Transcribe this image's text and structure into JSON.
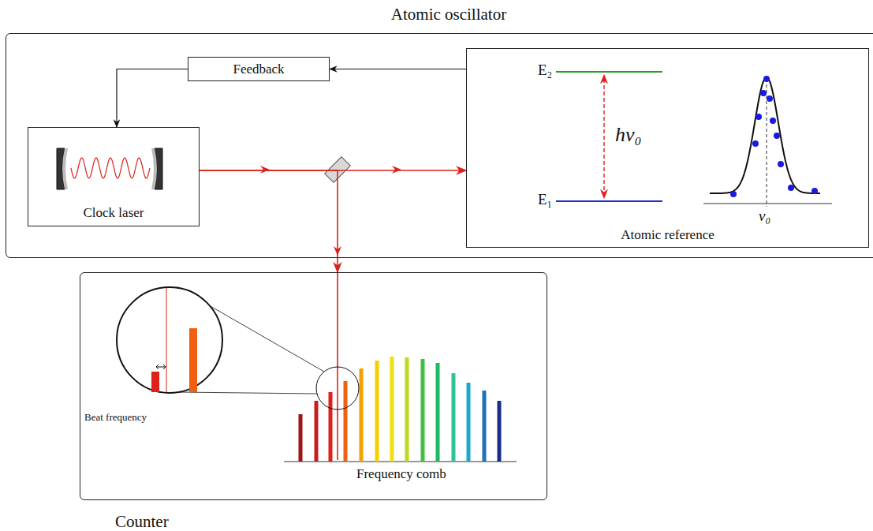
{
  "diagram": {
    "nodes": [
      {
        "text": [
          "Atomic oscillator"
        ]
      },
      {
        "text": [
          "Feedback"
        ],
        "in": 0
      },
      {
        "text": [
          "Clock laser"
        ],
        "in": 0
      },
      {
        "text": [
          "Atomic reference"
        ],
        "in": 0
      },
      {
        "text": [
          "Counter"
        ]
      }
    ],
    "edges": [
      {
        "from": 3,
        "to": 1,
        "arrow": "to"
      },
      {
        "from": 1,
        "to": 2,
        "arrow": "to"
      },
      {
        "from": 2,
        "to": 3,
        "arrow": "to"
      },
      {
        "from": 2,
        "to": 4,
        "arrow": "to"
      }
    ],
    "labels": [
      "E₂",
      "E₁",
      "hν₀",
      "ν₀",
      "Beat frequency",
      "Frequency comb"
    ]
  }
}
